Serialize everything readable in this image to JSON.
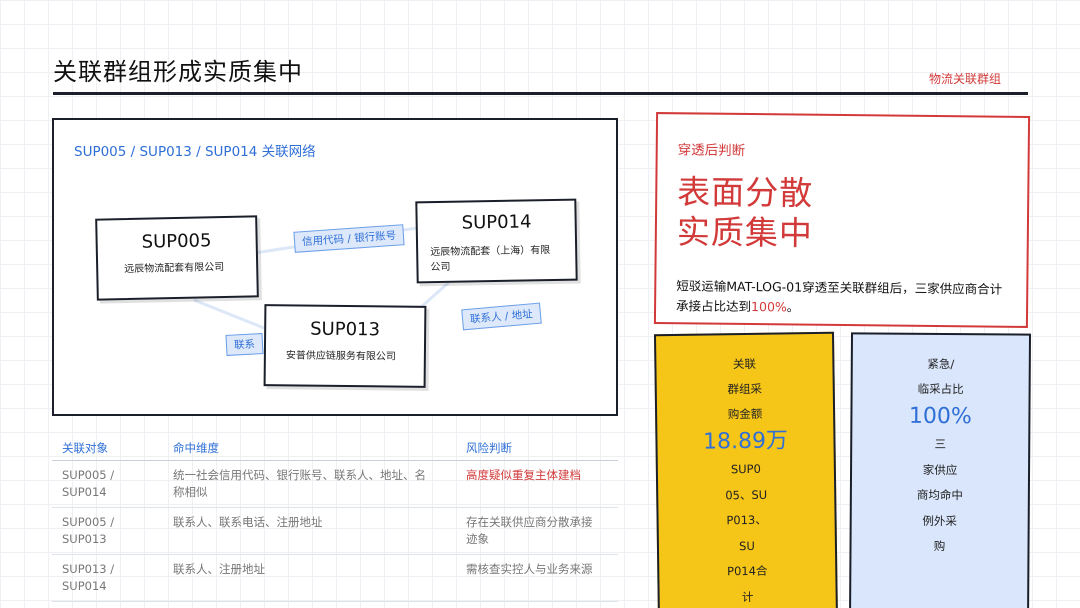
{
  "header": {
    "title": "关联群组形成实质集中",
    "tag": "物流关联群组"
  },
  "network": {
    "title": "SUP005 / SUP013 / SUP014 关联网络",
    "nodes": [
      {
        "id": "SUP005",
        "name": "远辰物流配套有限公司"
      },
      {
        "id": "SUP014",
        "name_line1": "远辰物流配套（上海）有限",
        "name_line2": "公司"
      },
      {
        "id": "SUP013",
        "name": "安普供应链服务有限公司"
      }
    ],
    "edges": [
      {
        "label": "信用代码 / 银行账号"
      },
      {
        "label": "联系人 / 地址"
      },
      {
        "label": "联系"
      }
    ]
  },
  "table": {
    "headers": [
      "关联对象",
      "命中维度",
      "风险判断"
    ],
    "rows": [
      {
        "obj_1": "SUP005 /",
        "obj_2": "SUP014",
        "dim_1": "统一社会信用代码、银行账号、联系人、地址、名",
        "dim_2": "称相似",
        "risk_1": "高度疑似重复主体建档",
        "risk_2": ""
      },
      {
        "obj_1": "SUP005 /",
        "obj_2": "SUP013",
        "dim_1": "联系人、联系电话、注册地址",
        "dim_2": "",
        "risk_1": "存在关联供应商分散承接",
        "risk_2": "迹象"
      },
      {
        "obj_1": "SUP013 /",
        "obj_2": "SUP014",
        "dim_1": "联系人、注册地址",
        "dim_2": "",
        "risk_1": "需核查实控人与业务来源",
        "risk_2": ""
      }
    ]
  },
  "judgement": {
    "label": "穿透后判断",
    "big_line1": "表面分散",
    "big_line2": "实质集中",
    "text_line1": "短驳运输MAT-LOG-01穿透至关联群组后，三家供应商合计",
    "text_line2_prefix": "承接占比达到",
    "text_line2_pct": "100%",
    "text_line2_suffix": "。"
  },
  "metric_amount": {
    "label_lines": [
      "关联",
      "群组采",
      "购金额"
    ],
    "value": "18.89万",
    "note_lines": [
      "SUP0",
      "05、SU",
      "P013、",
      "SU",
      "P014合",
      "计"
    ]
  },
  "metric_urgent": {
    "label_lines": [
      "紧急/",
      "临采占比"
    ],
    "value": "100%",
    "note_lines": [
      "三",
      "家供应",
      "商均命中",
      "例外采",
      "购"
    ]
  },
  "colors": {
    "accent_blue": "#2f6fd6",
    "accent_red": "#d23a3a",
    "card_yellow": "#f5c518",
    "card_blue": "#d9e6fb"
  }
}
